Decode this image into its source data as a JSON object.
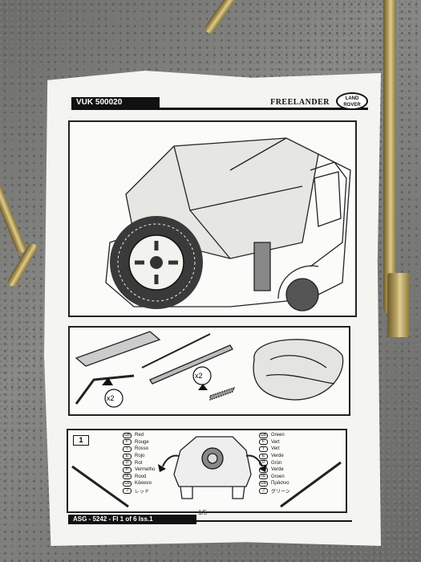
{
  "sheet": {
    "part_number": "VUK 500020",
    "model": "FREELANDER",
    "logo_line1": "LAND",
    "logo_line2": "ROVER",
    "step_number": "1",
    "qty_label_1": "x2",
    "qty_label_2": "x2",
    "colour_list_left": [
      {
        "code": "GB",
        "name": "Red"
      },
      {
        "code": "F",
        "name": "Rouge"
      },
      {
        "code": "I",
        "name": "Rosso"
      },
      {
        "code": "E",
        "name": "Rojo"
      },
      {
        "code": "D",
        "name": "Rot"
      },
      {
        "code": "P",
        "name": "Vermelho"
      },
      {
        "code": "NL",
        "name": "Rood"
      },
      {
        "code": "GR",
        "name": "Κόκκινο"
      },
      {
        "code": "J",
        "name": "レッド"
      }
    ],
    "colour_list_right": [
      {
        "code": "GB",
        "name": "Green"
      },
      {
        "code": "F",
        "name": "Vert"
      },
      {
        "code": "I",
        "name": "Vert"
      },
      {
        "code": "E",
        "name": "Verde"
      },
      {
        "code": "D",
        "name": "Grün"
      },
      {
        "code": "P",
        "name": "Verde"
      },
      {
        "code": "NL",
        "name": "Groen"
      },
      {
        "code": "GR",
        "name": "Πράσινο"
      },
      {
        "code": "J",
        "name": "グリーン"
      }
    ],
    "footer_code": "ASG - 5242 - FI 1 of 6 Iss.1",
    "page_indicator": "1/5"
  }
}
